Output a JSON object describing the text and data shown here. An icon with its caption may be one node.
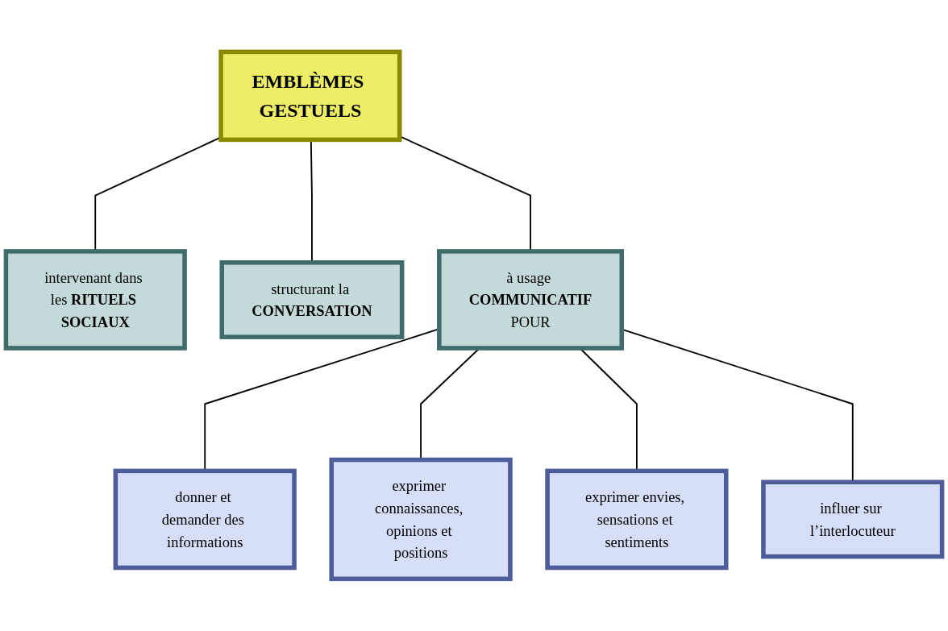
{
  "diagram": {
    "nodes": [
      {
        "text": [
          "**EMBLÈMES GESTUELS**"
        ]
      },
      {
        "text": [
          "intervenant dans les **RITUELS SOCIAUX**"
        ]
      },
      {
        "text": [
          "structurant la **CONVERSATION**"
        ]
      },
      {
        "text": [
          "à usage **COMMUNICATIF**",
          "POUR"
        ]
      },
      {
        "text": [
          "donner et demander des informations"
        ]
      },
      {
        "text": [
          "exprimer connaissances, opinions et positions"
        ]
      },
      {
        "text": [
          "exprimer envies, sensations et sentiments"
        ]
      },
      {
        "text": [
          "influer sur l’interlocuteur"
        ]
      }
    ],
    "edges": [
      {
        "from": 0,
        "to": 1,
        "arrow": "none"
      },
      {
        "from": 0,
        "to": 2,
        "arrow": "none"
      },
      {
        "from": 0,
        "to": 3,
        "arrow": "none"
      },
      {
        "from": 3,
        "to": 4,
        "arrow": "none"
      },
      {
        "from": 3,
        "to": 5,
        "arrow": "none"
      },
      {
        "from": 3,
        "to": 6,
        "arrow": "none"
      },
      {
        "from": 3,
        "to": 7,
        "arrow": "none"
      }
    ]
  }
}
